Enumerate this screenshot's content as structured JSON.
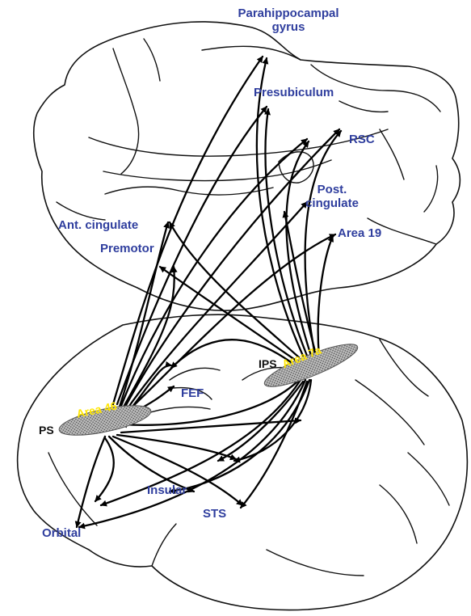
{
  "colors": {
    "region_label": "#2f3e9e",
    "area_label": "#ffe600",
    "sulcus_label": "#111111",
    "outline": "#111111",
    "area_fill": "#9a9a9a"
  },
  "labels": {
    "parahippocampal_line1": "Parahippocampal",
    "parahippocampal_line2": "gyrus",
    "presubiculum": "Presubiculum",
    "rsc": "RSC",
    "post_cingulate_line1": "Post.",
    "post_cingulate_line2": "cingulate",
    "ant_cingulate": "Ant. cingulate",
    "area19": "Area 19",
    "premotor": "Premotor",
    "ips": "IPS",
    "area7a": "Area 7a",
    "fef": "FEF",
    "area46": "Area 46",
    "ps": "PS",
    "insular": "Insular",
    "sts": "STS",
    "orbital": "Orbital"
  }
}
